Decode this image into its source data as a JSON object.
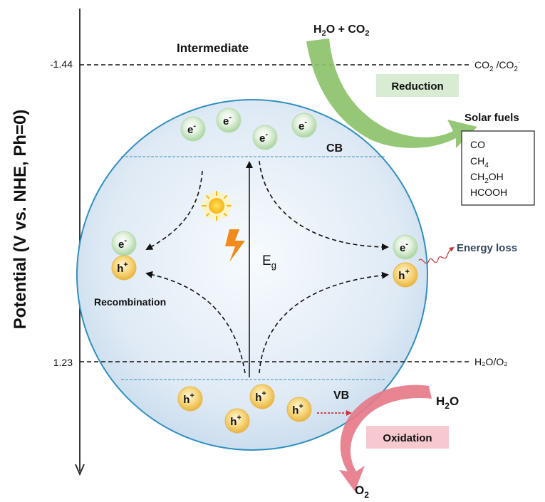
{
  "axis": {
    "ylabel": "Potential (V vs. NHE, Ph=0)",
    "tick_top": "-1.44",
    "tick_bottom": "1.23"
  },
  "levels": {
    "top_label_main": "CO",
    "top_label_sub1": "2",
    "top_label_mid": " /CO",
    "top_label_sub2": "2",
    "top_label_sup": "·",
    "bottom_label": "H₂O/O₂"
  },
  "intermediate": "Intermediate",
  "reactants_top": {
    "h": "H",
    "sub1": "2",
    "mid": "O + CO",
    "sub2": "2"
  },
  "reduction_label": "Reduction",
  "oxidation_label": "Oxidation",
  "solar_fuels": {
    "title": "Solar fuels",
    "items": [
      {
        "main": "CO",
        "sub": "",
        "tail": ""
      },
      {
        "main": "CH",
        "sub": "4",
        "tail": ""
      },
      {
        "main": "CH",
        "sub": "2",
        "tail": "OH"
      },
      {
        "main": "HCOOH",
        "sub": "",
        "tail": ""
      }
    ]
  },
  "band_labels": {
    "cb": "CB",
    "vb": "VB"
  },
  "bandgap": {
    "main": "E",
    "sub": "g"
  },
  "recombination": "Recombination",
  "energy_loss": "Energy loss",
  "electron": {
    "main": "e",
    "sup": "-"
  },
  "hole": {
    "main": "h",
    "sup": "+"
  },
  "water_right": {
    "main": "H",
    "sub": "2",
    "tail": "O"
  },
  "oxygen": {
    "main": "O",
    "sub": "2"
  },
  "colors": {
    "sphere_edge": "#2f8fc0",
    "sphere_fill": "#cfe3f3",
    "green_arrow": "#8cc26a",
    "pink_arrow": "#e77a8a",
    "reduction_box": "#d7ecd2",
    "oxidation_box": "#f6c9cf",
    "electron": "#b9ddb3",
    "hole": "#f2c45a"
  }
}
